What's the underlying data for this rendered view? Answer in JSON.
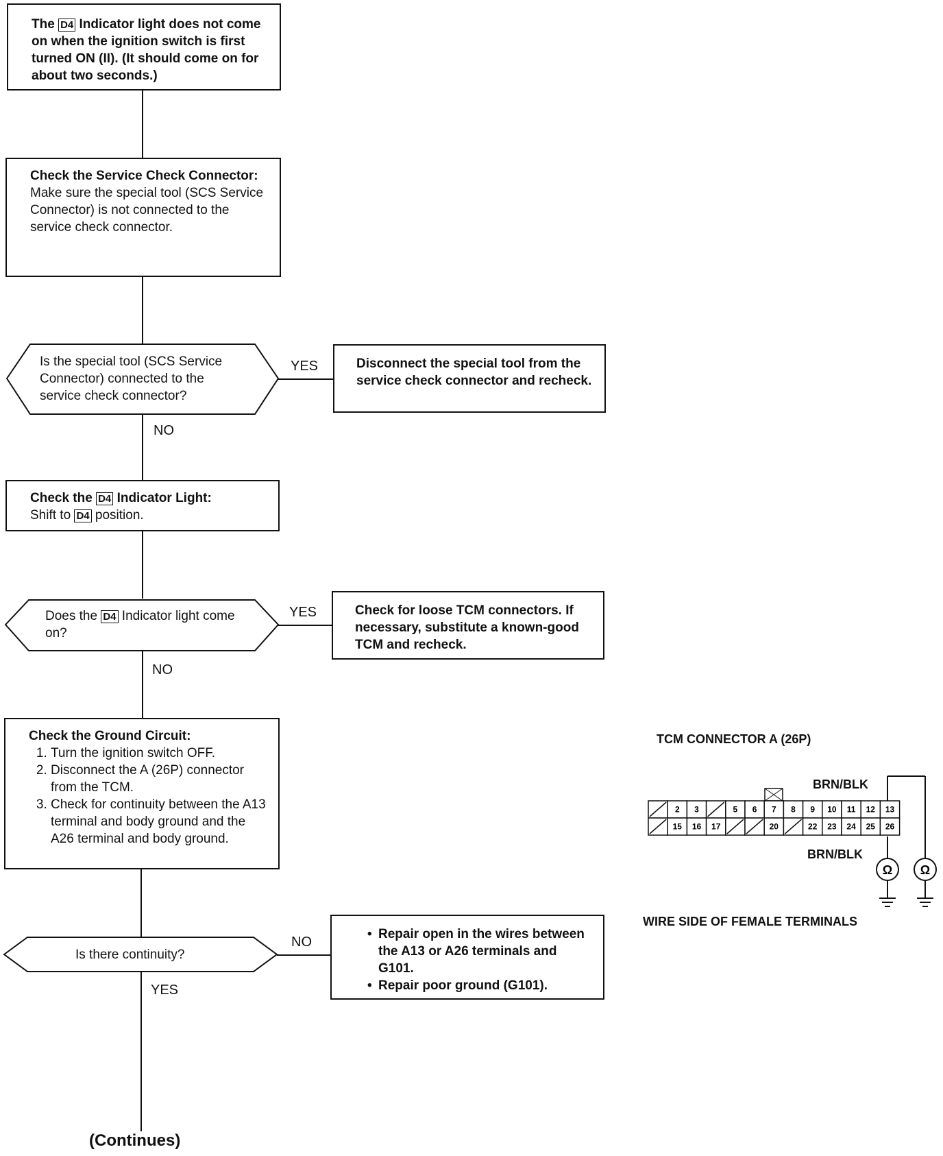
{
  "start": {
    "text_pre": "The",
    "d4_symbol": "D4",
    "text_post": "Indicator light does not come on when the ignition switch is first turned ON (II). (It should come on for about two seconds.)"
  },
  "step1": {
    "title": "Check the Service Check Connector:",
    "body": "Make sure the special tool (SCS Service Connector) is not connected to the service check connector."
  },
  "decision1": {
    "question": "Is the special tool (SCS Service Connector) connected to the service check connector?",
    "yes_label": "YES",
    "no_label": "NO",
    "yes_action": "Disconnect the special tool from the service check connector and recheck."
  },
  "step2": {
    "title_pre": "Check the",
    "title_post": "Indicator Light:",
    "body_pre": "Shift to",
    "body_post": "position.",
    "d4_symbol": "D4"
  },
  "decision2": {
    "q_pre": "Does the",
    "q_post": "Indicator light come on?",
    "d4_symbol": "D4",
    "yes_label": "YES",
    "no_label": "NO",
    "yes_action": "Check for loose TCM connectors. If necessary, substitute a known-good TCM and recheck."
  },
  "step3": {
    "title": "Check the Ground Circuit:",
    "items": [
      "Turn the ignition switch OFF.",
      "Disconnect the A (26P) connector from the TCM.",
      "Check for continuity between the A13 terminal and body ground and the A26 terminal and body ground."
    ]
  },
  "decision3": {
    "question": "Is there continuity?",
    "no_label": "NO",
    "yes_label": "YES",
    "no_actions": [
      "Repair open in the wires between the A13 or A26 terminals and G101.",
      "Repair poor ground (G101)."
    ]
  },
  "footer": "(Continues)",
  "connector": {
    "title": "TCM CONNECTOR A (26P)",
    "wire_top": "BRN/BLK",
    "wire_bottom": "BRN/BLK",
    "caption": "WIRE SIDE OF FEMALE TERMINALS",
    "meter_symbol": "Ω",
    "row1": [
      "",
      "2",
      "3",
      "",
      "5",
      "6",
      "7",
      "8",
      "9",
      "10",
      "11",
      "12",
      "13"
    ],
    "row2": [
      "",
      "15",
      "16",
      "17",
      "",
      "",
      "20",
      "",
      "22",
      "23",
      "24",
      "25",
      "26"
    ]
  }
}
